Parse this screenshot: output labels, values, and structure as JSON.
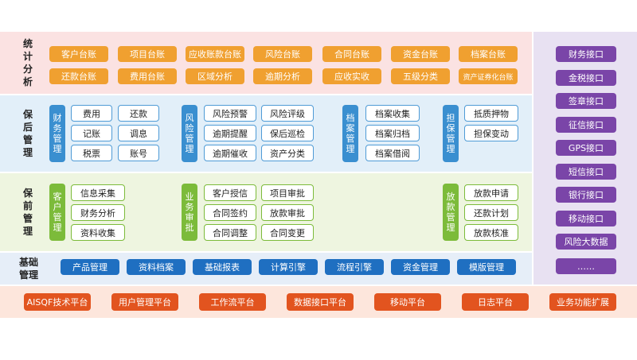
{
  "rows": {
    "stats": [
      "统",
      "计",
      "分",
      "析"
    ],
    "post": [
      "保",
      "后",
      "管",
      "理"
    ],
    "pre": [
      "保",
      "前",
      "管",
      "理"
    ],
    "base": [
      "基础",
      "管理"
    ]
  },
  "stats": {
    "row1": [
      "客户台账",
      "项目台账",
      "应收账款台账",
      "风险台账",
      "合同台账",
      "资金台账",
      "档案台账"
    ],
    "row2": [
      "还款台账",
      "费用台账",
      "区域分析",
      "逾期分析",
      "应收实收",
      "五级分类",
      "资产证券化台账"
    ]
  },
  "post": {
    "finance": {
      "label": [
        "财",
        "务",
        "管",
        "理"
      ],
      "items": [
        "费用",
        "还款",
        "记账",
        "调息",
        "税票",
        "账号"
      ]
    },
    "risk": {
      "label": [
        "风",
        "险",
        "管",
        "理"
      ],
      "items": [
        "风险预警",
        "风险评级",
        "逾期提醒",
        "保后巡检",
        "逾期催收",
        "资产分类"
      ]
    },
    "archive": {
      "label": [
        "档",
        "案",
        "管",
        "理"
      ],
      "items": [
        "档案收集",
        "档案归档",
        "档案借阅"
      ]
    },
    "guarantee": {
      "label": [
        "担",
        "保",
        "管",
        "理"
      ],
      "items": [
        "抵质押物",
        "担保变动"
      ]
    }
  },
  "pre": {
    "customer": {
      "label": [
        "客",
        "户",
        "管",
        "理"
      ],
      "items": [
        "信息采集",
        "财务分析",
        "资料收集"
      ]
    },
    "business": {
      "label": [
        "业",
        "务",
        "审",
        "批"
      ],
      "items": [
        "客户授信",
        "项目审批",
        "合同签约",
        "放款审批",
        "合同调整",
        "合同变更"
      ]
    },
    "loan": {
      "label": [
        "放",
        "款",
        "管",
        "理"
      ],
      "items": [
        "放款申请",
        "还款计划",
        "放款核准"
      ]
    }
  },
  "base": [
    "产品管理",
    "资料档案",
    "基础报表",
    "计算引擎",
    "流程引擎",
    "资金管理",
    "模版管理"
  ],
  "interfaces": [
    "财务接口",
    "金税接口",
    "签章接口",
    "征信接口",
    "GPS接口",
    "短信接口",
    "银行接口",
    "移动接口",
    "风险大数据",
    "……"
  ],
  "platforms": [
    "AISQF技术平台",
    "用户管理平台",
    "工作流平台",
    "数据接口平台",
    "移动平台",
    "日志平台",
    "业务功能扩展"
  ],
  "colors": {
    "stats_band": "#fbe2e2",
    "post_band": "#e2eff9",
    "pre_band": "#eef5e0",
    "base_band": "#e6eef8",
    "right_band": "#e8e1f2",
    "bottom_band": "#fde6dc",
    "orange": "#f0a030",
    "purple": "#7a45a8",
    "blue": "#1f6fc1",
    "red_orange": "#e2541f",
    "green": "#7cbb3a"
  }
}
